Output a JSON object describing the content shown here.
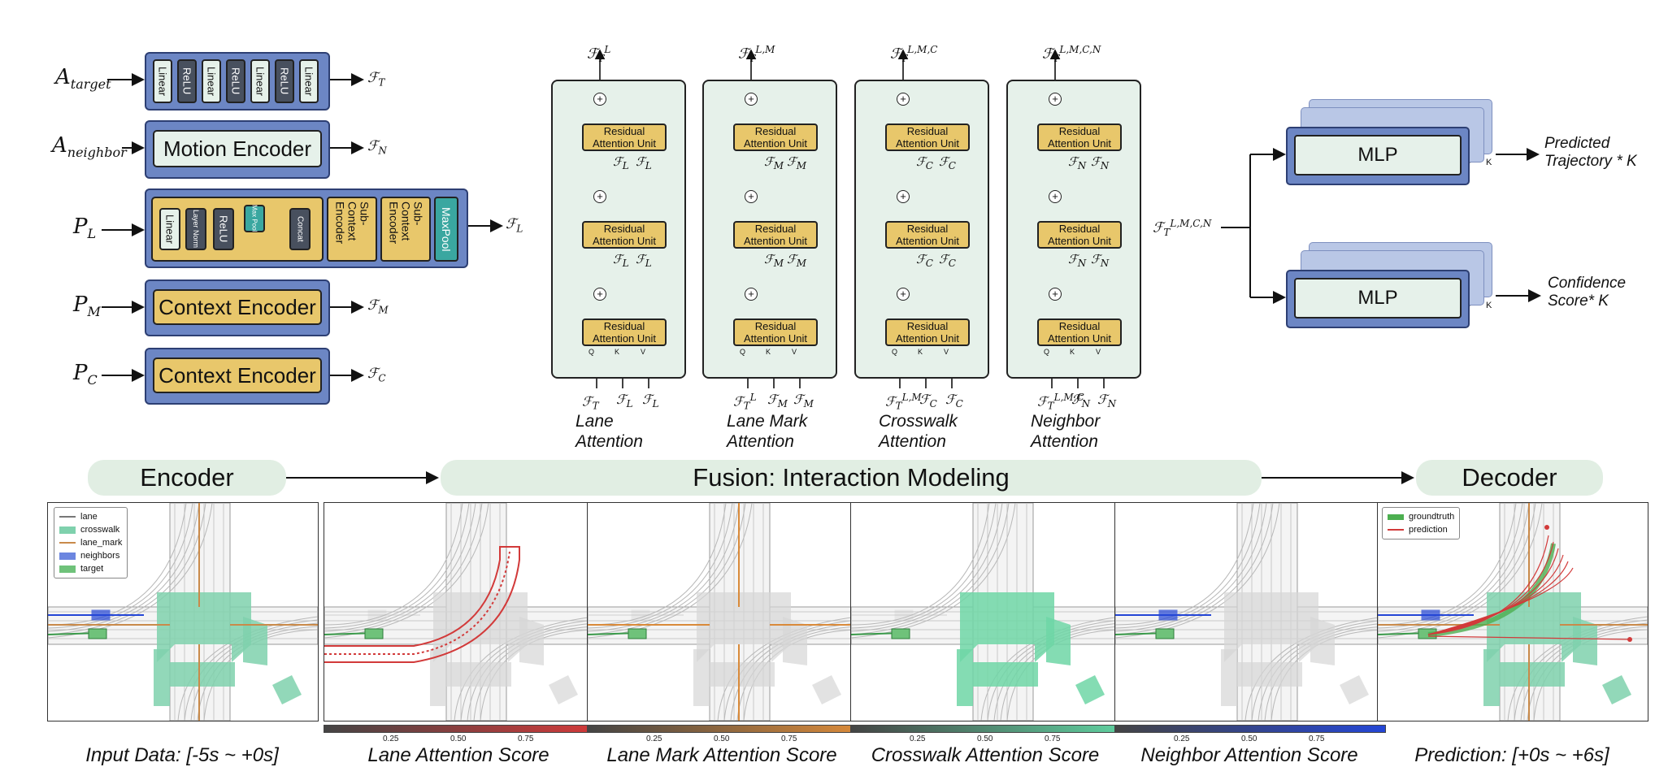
{
  "encoder_inputs": {
    "a_target": {
      "base": "A",
      "sub": "target"
    },
    "a_neighbor": {
      "base": "A",
      "sub": "neighbor"
    },
    "p_l": {
      "base": "P",
      "sub": "L"
    },
    "p_m": {
      "base": "P",
      "sub": "M"
    },
    "p_c": {
      "base": "P",
      "sub": "C"
    }
  },
  "encoder_blocks": {
    "target_layers": [
      "Linear",
      "ReLU",
      "Linear",
      "ReLU",
      "Linear",
      "ReLU",
      "Linear"
    ],
    "motion_encoder": "Motion Encoder",
    "lane_layers": {
      "linear": "Linear",
      "layer_norm": "Layer Norm",
      "relu": "ReLU",
      "max_pool": "Max Pool",
      "concat": "Concat"
    },
    "sub_context_encoder": "Sub-Context Encoder",
    "maxpool": "MaxPool",
    "context_encoder": "Context Encoder"
  },
  "encoder_outputs": {
    "f_t": {
      "base": "ℱ",
      "sub": "T"
    },
    "f_n": {
      "base": "ℱ",
      "sub": "N"
    },
    "f_l": {
      "base": "ℱ",
      "sub": "L"
    },
    "f_m": {
      "base": "ℱ",
      "sub": "M"
    },
    "f_c": {
      "base": "ℱ",
      "sub": "C"
    }
  },
  "fusion_panels": [
    {
      "top_sup": "L",
      "kv": "L",
      "q_sup": "",
      "label_line1": "Lane",
      "label_line2": "Attention"
    },
    {
      "top_sup": "L,M",
      "kv": "M",
      "q_sup": "L",
      "label_line1": "Lane Mark",
      "label_line2": "Attention"
    },
    {
      "top_sup": "L,M,C",
      "kv": "C",
      "q_sup": "L,M",
      "label_line1": "Crosswalk",
      "label_line2": "Attention"
    },
    {
      "top_sup": "L,M,C,N",
      "kv": "N",
      "q_sup": "L,M,C",
      "label_line1": "Neighbor",
      "label_line2": "Attention"
    }
  ],
  "residual_unit_label": "Residual Attention Unit",
  "qkv": {
    "q": "Q",
    "k": "K",
    "v": "V"
  },
  "feature_symbol": "ℱ",
  "feature_sub_t": "T",
  "decoder": {
    "input_sup": "L,M,C,N",
    "mlp_label": "MLP",
    "k_label": "K",
    "out1_line1": "Predicted",
    "out1_line2": "Trajectory * K",
    "out2_line1": "Confidence",
    "out2_line2": "Score* K"
  },
  "stages": {
    "encoder": "Encoder",
    "fusion": "Fusion: Interaction Modeling",
    "decoder": "Decoder"
  },
  "legend_input": [
    "lane",
    "crosswalk",
    "lane_mark",
    "neighbors",
    "target"
  ],
  "legend_pred": [
    "groundtruth",
    "prediction"
  ],
  "colorbar_ticks": [
    "0.25",
    "0.50",
    "0.75"
  ],
  "colors": {
    "encoder_blue": "#6c86c4",
    "encoder_gold": "#e8c76b",
    "panel_green": "#e6f1ea",
    "lane_red": "#d23a3a",
    "lanemark_orange": "#d98a3a",
    "crosswalk_green": "#5fcf9f",
    "neighbor_blue": "#2446d6"
  },
  "captions": [
    "Input Data: [-5s ~ +0s]",
    "Lane Attention Score",
    "Lane Mark Attention Score",
    "Crosswalk Attention Score",
    "Neighbor Attention Score",
    "Prediction: [+0s ~ +6s]"
  ]
}
